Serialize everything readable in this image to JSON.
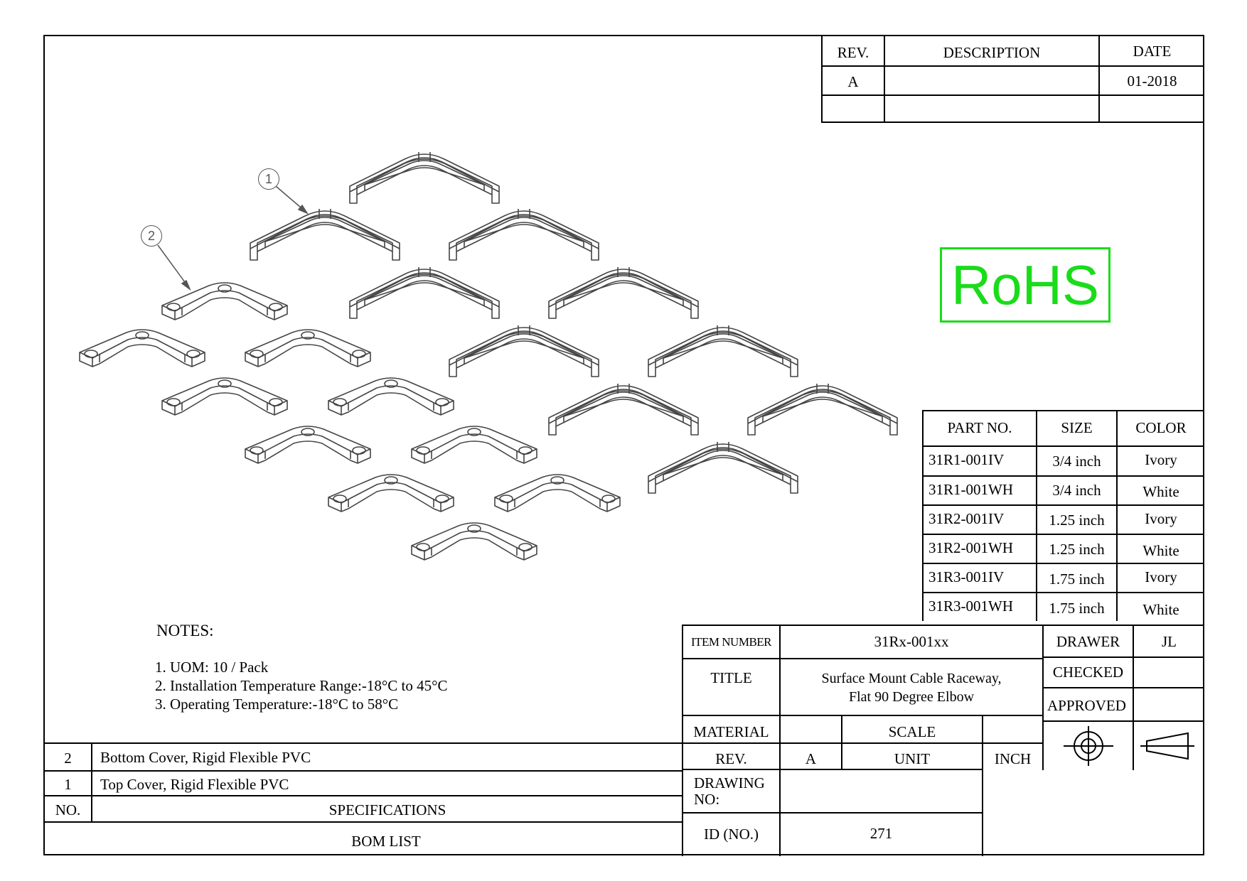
{
  "revision_block": {
    "headers": {
      "rev": "REV.",
      "description": "DESCRIPTION",
      "date": "DATE"
    },
    "rows": [
      {
        "rev": "A",
        "description": "",
        "date": "01-2018"
      }
    ]
  },
  "rohs_mark": "RoHS",
  "balloons": [
    "1",
    "2"
  ],
  "parts_table": {
    "headers": [
      "PART NO.",
      "SIZE",
      "COLOR"
    ],
    "rows": [
      [
        "31R1-001IV",
        "3/4 inch",
        "Ivory"
      ],
      [
        "31R1-001WH",
        "3/4 inch",
        "White"
      ],
      [
        "31R2-001IV",
        "1.25 inch",
        "Ivory"
      ],
      [
        "31R2-001WH",
        "1.25 inch",
        "White"
      ],
      [
        "31R3-001IV",
        "1.75 inch",
        "Ivory"
      ],
      [
        "31R3-001WH",
        "1.75 inch",
        "White"
      ]
    ]
  },
  "notes": {
    "heading": "NOTES:",
    "items": [
      "1. UOM: 10 / Pack",
      "2. Installation Temperature Range:-18°C to 45°C",
      "3. Operating Temperature:-18°C to 58°C"
    ]
  },
  "bom": {
    "rows": [
      {
        "no": "2",
        "spec": "Bottom Cover, Rigid Flexible PVC"
      },
      {
        "no": "1",
        "spec": "Top Cover, Rigid Flexible PVC"
      }
    ],
    "header_no": "NO.",
    "header_spec": "SPECIFICATIONS",
    "footer": "BOM LIST"
  },
  "title_block": {
    "item_number_label": "ITEM NUMBER",
    "item_number": "31Rx-001xx",
    "title_label": "TITLE",
    "title_line1": "Surface Mount Cable Raceway,",
    "title_line2": "Flat 90 Degree Elbow",
    "material_label": "MATERIAL",
    "material": "",
    "scale_label": "SCALE",
    "scale": "",
    "rev_label": "REV.",
    "rev": "A",
    "unit_label": "UNIT",
    "unit": "INCH",
    "drawing_no_label_1": "DRAWING",
    "drawing_no_label_2": "NO:",
    "drawing_no": "",
    "id_label": "ID (NO.)",
    "id": "271",
    "drawer_label": "DRAWER",
    "drawer": "JL",
    "checked_label": "CHECKED",
    "checked": "",
    "approved_label": "APPROVED",
    "approved": ""
  }
}
